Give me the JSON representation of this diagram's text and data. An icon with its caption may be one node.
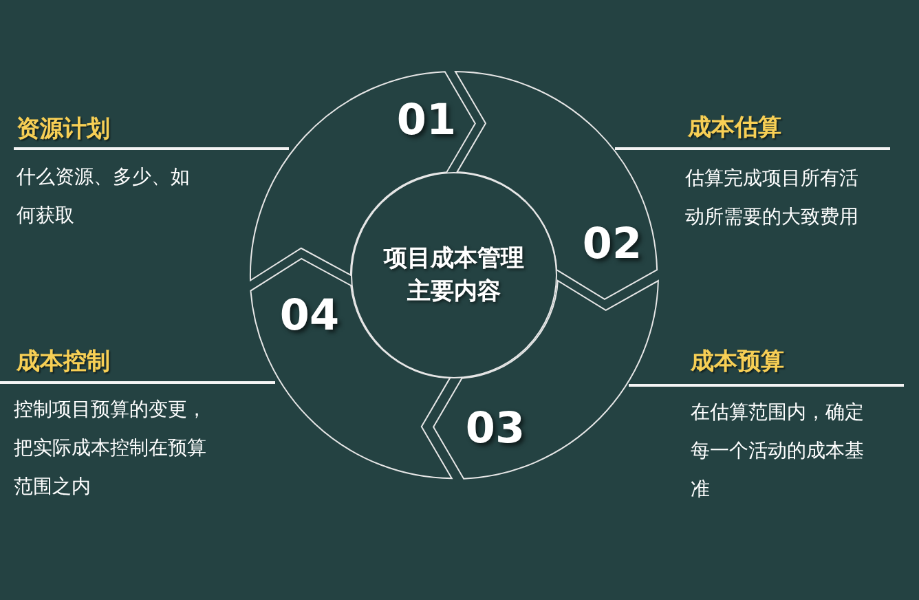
{
  "diagram": {
    "nodes": [
      {
        "text": [
          "01"
        ]
      },
      {
        "text": [
          "02"
        ]
      },
      {
        "text": [
          "03"
        ]
      },
      {
        "text": [
          "04"
        ]
      },
      {
        "text": [
          "项目成本管理主要内容"
        ]
      }
    ],
    "labels": [
      "资源计划",
      "什么资源、多少、如何获取",
      "成本估算",
      "估算完成项目所有活动所需要的大致费用",
      "成本控制",
      "控制项目预算的变更，把实际成本控制在预算范围之内",
      "成本预算",
      "在估算范围内，确定每一个活动的成本基准"
    ]
  }
}
